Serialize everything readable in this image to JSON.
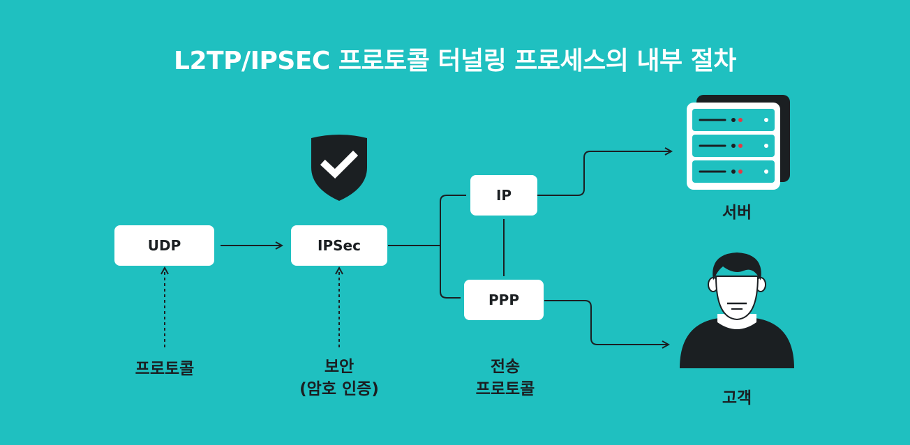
{
  "title": "L2TP/IPSEC 프로토콜 터널링 프로세스의 내부 절차",
  "nodes": {
    "udp": "UDP",
    "ipsec": "IPSec",
    "ip": "IP",
    "ppp": "PPP"
  },
  "labels": {
    "protocol": "프로토콜",
    "security_line1": "보안",
    "security_line2": "(암호 인증)",
    "transport_line1": "전송",
    "transport_line2": "프로토콜",
    "server": "서버",
    "customer": "고객"
  },
  "icons": {
    "shield": "shield-check-icon",
    "server": "server-rack-icon",
    "customer": "person-icon"
  },
  "colors": {
    "background": "#1fc0c0",
    "box": "#ffffff",
    "ink": "#1b1f22",
    "server_led_red": "#e53945"
  }
}
